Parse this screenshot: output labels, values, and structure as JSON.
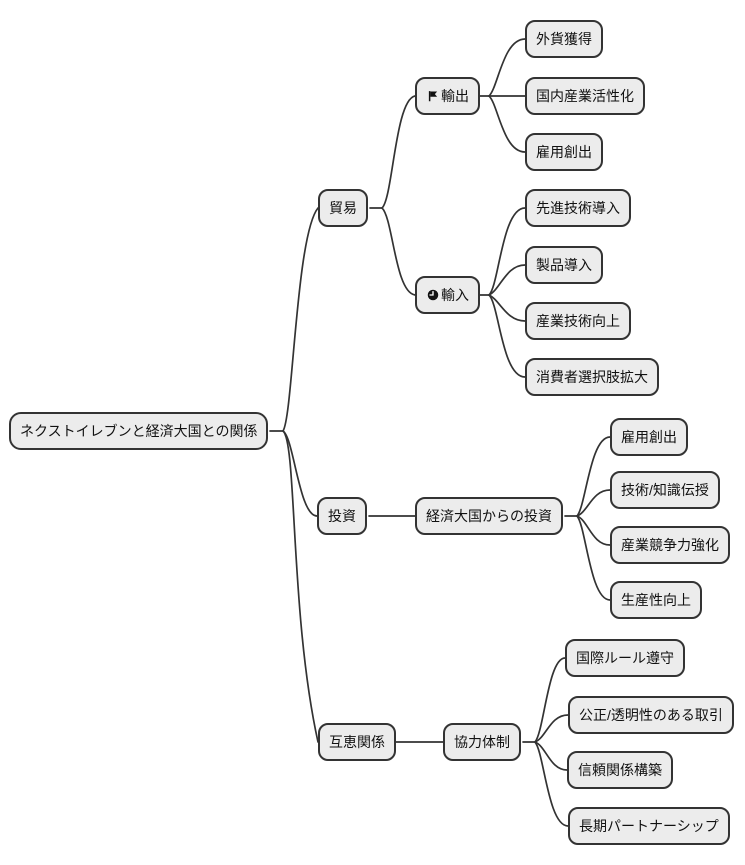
{
  "colors": {
    "background": "#ffffff",
    "node_fill": "#ececec",
    "node_border": "#333333",
    "edge": "#333333",
    "text": "#111111"
  },
  "nodes": {
    "root": {
      "label": "ネクストイレブンと経済大国との関係"
    },
    "trade": {
      "label": "貿易"
    },
    "export": {
      "label": "輸出",
      "icon": "flag-icon"
    },
    "export_leaf_1": {
      "label": "外貨獲得"
    },
    "export_leaf_2": {
      "label": "国内産業活性化"
    },
    "export_leaf_3": {
      "label": "雇用創出"
    },
    "import": {
      "label": "輸入",
      "icon": "clock-icon"
    },
    "import_leaf_1": {
      "label": "先進技術導入"
    },
    "import_leaf_2": {
      "label": "製品導入"
    },
    "import_leaf_3": {
      "label": "産業技術向上"
    },
    "import_leaf_4": {
      "label": "消費者選択肢拡大"
    },
    "invest": {
      "label": "投資"
    },
    "invest_sub": {
      "label": "経済大国からの投資"
    },
    "invest_leaf_1": {
      "label": "雇用創出"
    },
    "invest_leaf_2": {
      "label": "技術/知識伝授"
    },
    "invest_leaf_3": {
      "label": "産業競争力強化"
    },
    "invest_leaf_4": {
      "label": "生産性向上"
    },
    "mutual": {
      "label": "互恵関係"
    },
    "coop": {
      "label": "協力体制"
    },
    "coop_leaf_1": {
      "label": "国際ルール遵守"
    },
    "coop_leaf_2": {
      "label": "公正/透明性のある取引"
    },
    "coop_leaf_3": {
      "label": "信頼関係構築"
    },
    "coop_leaf_4": {
      "label": "長期パートナーシップ"
    }
  },
  "hierarchy": {
    "root": [
      "trade",
      "invest",
      "mutual"
    ],
    "trade": [
      "export",
      "import"
    ],
    "export": [
      "export_leaf_1",
      "export_leaf_2",
      "export_leaf_3"
    ],
    "import": [
      "import_leaf_1",
      "import_leaf_2",
      "import_leaf_3",
      "import_leaf_4"
    ],
    "invest": [
      "invest_sub"
    ],
    "invest_sub": [
      "invest_leaf_1",
      "invest_leaf_2",
      "invest_leaf_3",
      "invest_leaf_4"
    ],
    "mutual": [
      "coop"
    ],
    "coop": [
      "coop_leaf_1",
      "coop_leaf_2",
      "coop_leaf_3",
      "coop_leaf_4"
    ]
  }
}
